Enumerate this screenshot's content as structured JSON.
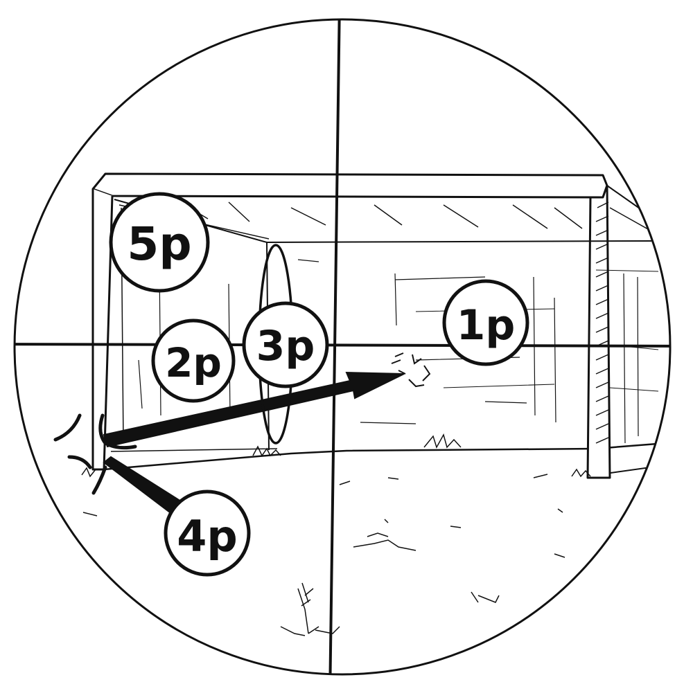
{
  "zones": [
    {
      "id": "zone-1p",
      "label": "1p"
    },
    {
      "id": "zone-2p",
      "label": "2p"
    },
    {
      "id": "zone-3p",
      "label": "3p"
    },
    {
      "id": "zone-4p",
      "label": "4p"
    },
    {
      "id": "zone-5p",
      "label": "5p"
    }
  ],
  "colors": {
    "ink": "#111111",
    "paper": "#ffffff"
  },
  "icons": [
    "crosshair-icon",
    "goal-icon",
    "ball-trajectory-arrow-icon",
    "impact-burst-icon",
    "grass-tuft-icon"
  ]
}
